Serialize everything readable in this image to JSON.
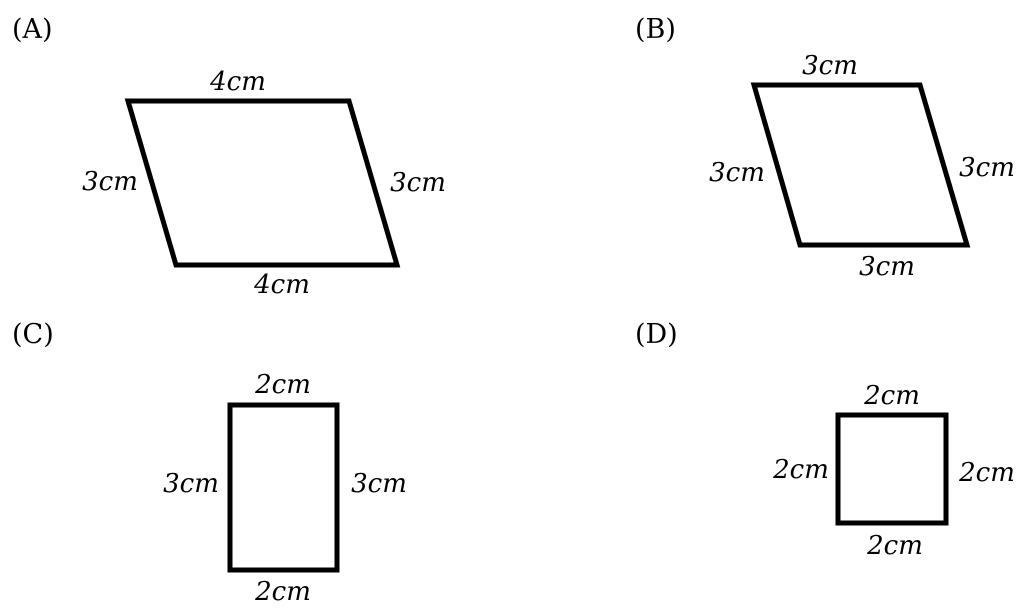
{
  "figures": [
    {
      "option": "(A)",
      "shape": "parallelogram",
      "sides": {
        "top": "4cm",
        "bottom": "4cm",
        "left": "3cm",
        "right": "3cm"
      }
    },
    {
      "option": "(B)",
      "shape": "rhombus",
      "sides": {
        "top": "3cm",
        "bottom": "3cm",
        "left": "3cm",
        "right": "3cm"
      }
    },
    {
      "option": "(C)",
      "shape": "rectangle",
      "sides": {
        "top": "2cm",
        "bottom": "2cm",
        "left": "3cm",
        "right": "3cm"
      }
    },
    {
      "option": "(D)",
      "shape": "square",
      "sides": {
        "top": "2cm",
        "bottom": "2cm",
        "left": "2cm",
        "right": "2cm"
      }
    }
  ],
  "colors": {
    "stroke": "#000000",
    "background": "#ffffff"
  }
}
